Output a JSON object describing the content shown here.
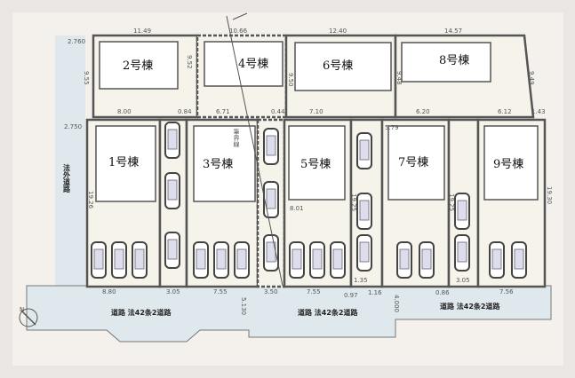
{
  "buildings": [
    "1号棟",
    "2号棟",
    "3号棟",
    "4号棟",
    "5号棟",
    "6号棟",
    "7号棟",
    "8号棟",
    "9号棟"
  ],
  "road_label": "道路 法42条2道路",
  "side_road_label": "法外道路",
  "compass": "N",
  "dimensions": {
    "top": [
      "11.49",
      "10.66",
      "12.40",
      "14.57"
    ],
    "mid": [
      "8.00",
      "0.84",
      "6.71",
      "0.44",
      "7.10",
      "6.20",
      "6.12",
      "1.43",
      "5.79"
    ],
    "bottom": [
      "8.80",
      "3.05",
      "7.55",
      "3.50",
      "7.55",
      "0.97",
      "1.35",
      "1.16",
      "0.86",
      "3.05",
      "7.56"
    ],
    "left": [
      "2.760",
      "2.750",
      "9.55",
      "9.52",
      "9.50",
      "9.48",
      "9.49",
      "19.26",
      "19.30",
      "19.25",
      "19.25"
    ],
    "road_width": [
      "5.130",
      "4.000"
    ],
    "diagonal": "8.01",
    "boundary_note": "筆界線"
  },
  "colors": {
    "road": "#dfe8ec",
    "lot": "#f6f3ea",
    "line": "#555555"
  }
}
